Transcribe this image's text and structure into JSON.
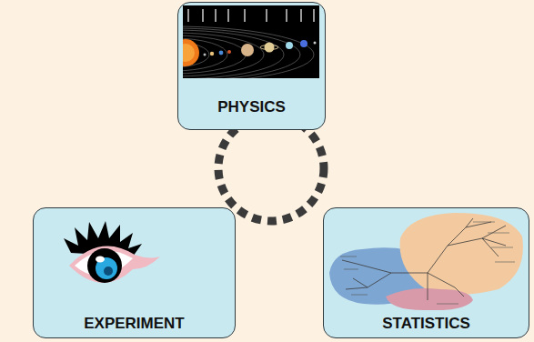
{
  "diagram": {
    "nodes": [
      {
        "text": [
          "PHYSICS"
        ]
      },
      {
        "text": [
          "EXPERIMENT"
        ]
      },
      {
        "text": [
          "STATISTICS"
        ]
      }
    ]
  }
}
